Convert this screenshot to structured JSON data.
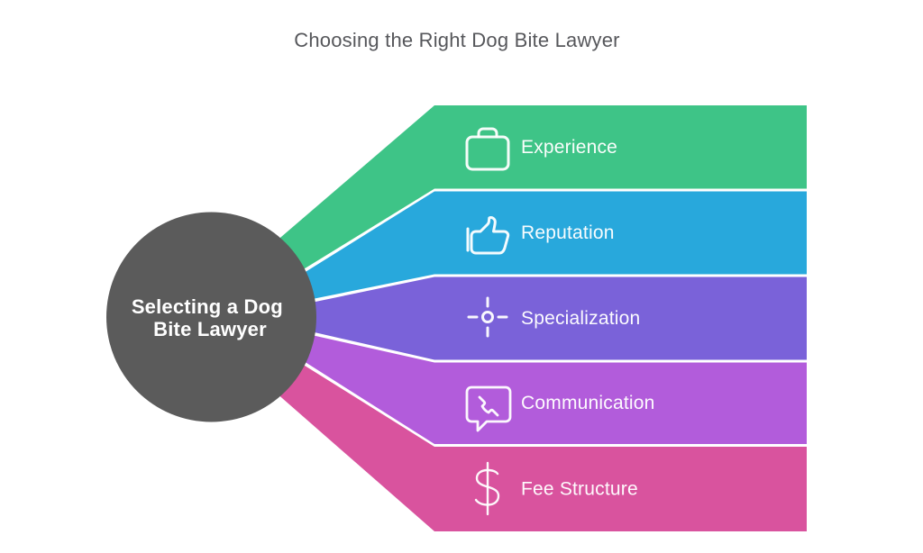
{
  "title": "Choosing the Right Dog Bite Lawyer",
  "center": {
    "line1": "Selecting a Dog",
    "line2": "Bite Lawyer",
    "color": "#5b5b5b"
  },
  "items": [
    {
      "label": "Experience",
      "color": "#3ec487",
      "icon": "briefcase-icon"
    },
    {
      "label": "Reputation",
      "color": "#28a8dc",
      "icon": "thumbs-up-icon"
    },
    {
      "label": "Specialization",
      "color": "#7a62d9",
      "icon": "crosshair-icon"
    },
    {
      "label": "Communication",
      "color": "#b25cdb",
      "icon": "chat-phone-icon"
    },
    {
      "label": "Fee Structure",
      "color": "#d9539e",
      "icon": "dollar-icon"
    }
  ]
}
